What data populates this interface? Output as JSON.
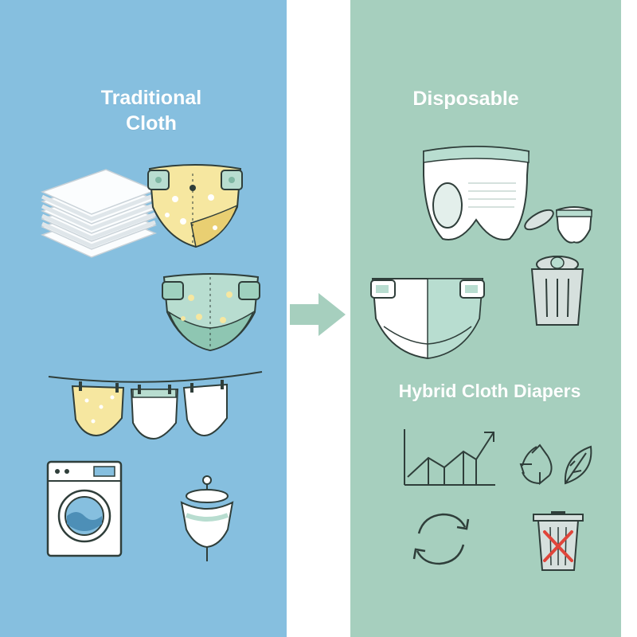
{
  "left_panel": {
    "title_line1": "Traditional",
    "title_line2": "Cloth"
  },
  "right_panel": {
    "title": "Disposable",
    "hybrid_title": "Hybrid Cloth Diapers"
  },
  "colors": {
    "left_bg": "#86bfdf",
    "right_bg": "#a6cfbe",
    "arrow": "#a6cfbe",
    "outline": "#2f3e3a",
    "diaper_yellow": "#f6e7a0",
    "diaper_mint": "#b8ddd0",
    "cross_red": "#e0453a"
  },
  "icons": [
    "folded-cloth-stack-icon",
    "yellow-cloth-diaper-icon",
    "mint-cloth-diaper-icon",
    "clothesline-icon",
    "washing-machine-icon",
    "diaper-pail-icon",
    "disposable-pullup-icon",
    "disposable-diaper-icon",
    "trash-can-icon",
    "growth-chart-icon",
    "recycle-leaf-icon",
    "refresh-cycle-icon",
    "crossed-trash-icon"
  ]
}
